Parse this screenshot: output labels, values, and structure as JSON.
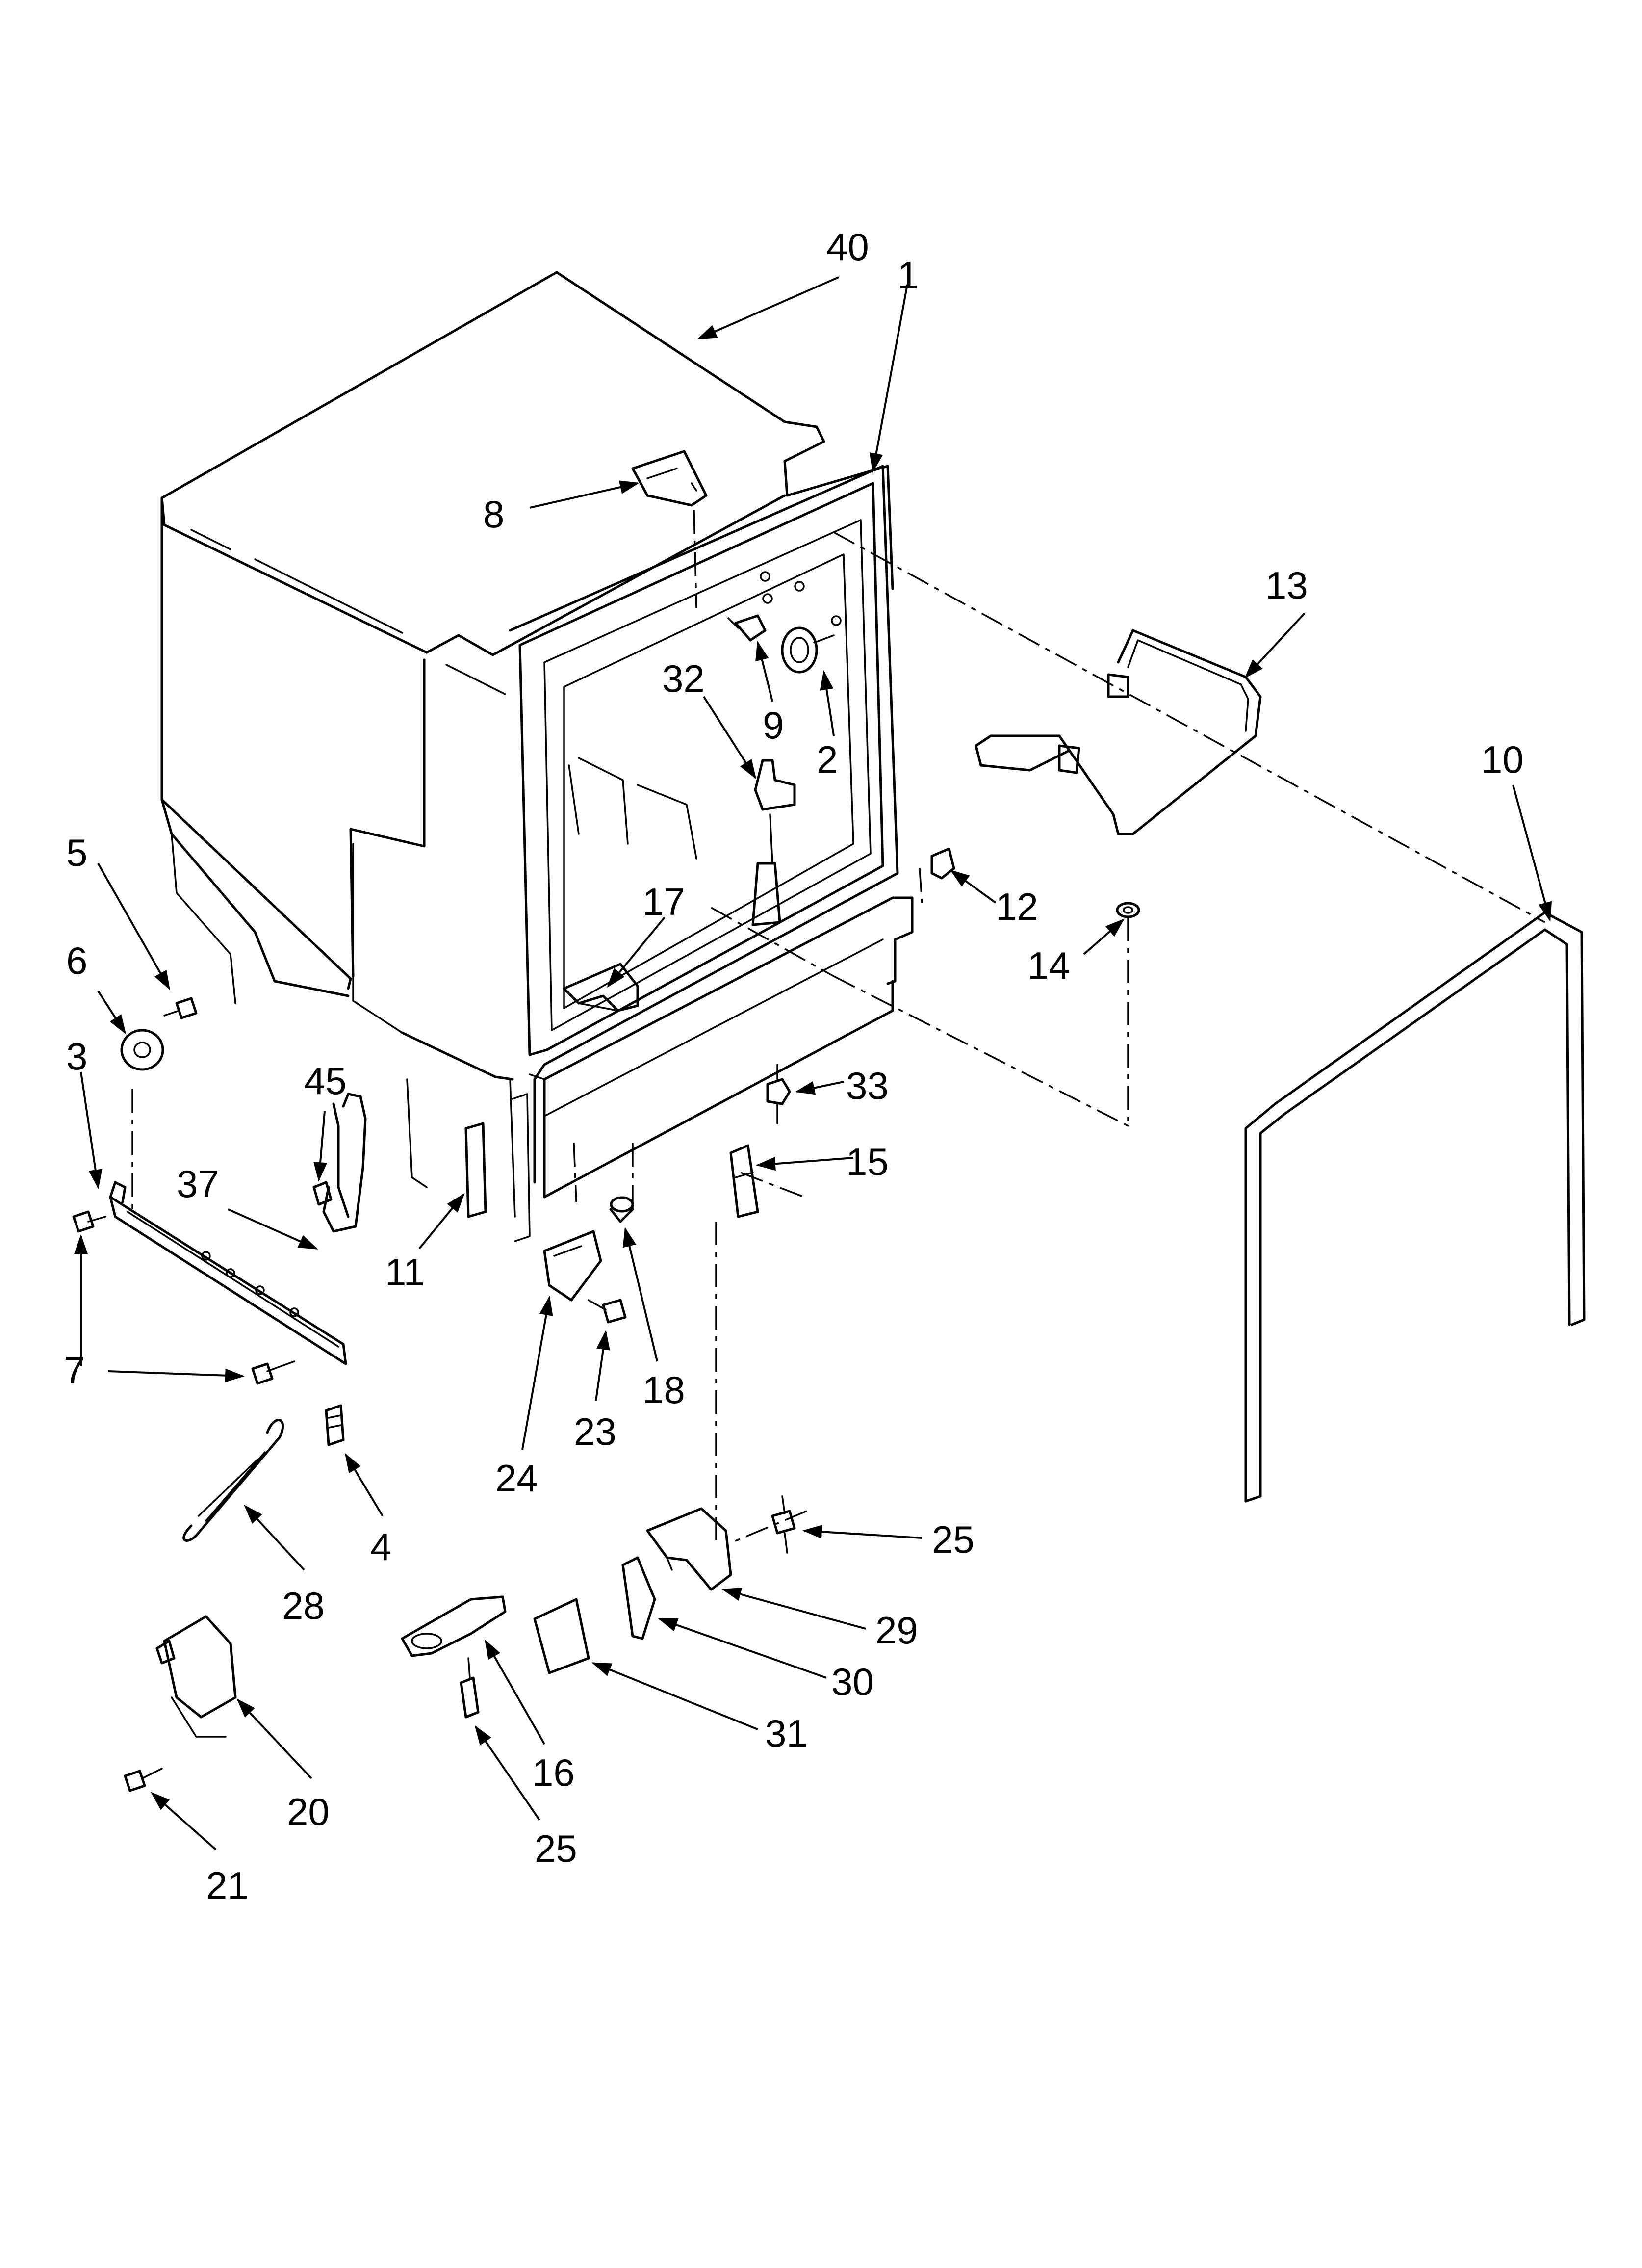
{
  "callouts": {
    "c40": "40",
    "c1": "1",
    "c8": "8",
    "c13": "13",
    "c9": "9",
    "c2": "2",
    "c32": "32",
    "c10": "10",
    "c5": "5",
    "c6": "6",
    "c17": "17",
    "c12": "12",
    "c14": "14",
    "c3": "3",
    "c45": "45",
    "c33": "33",
    "c37": "37",
    "c15": "15",
    "c11": "11",
    "c7": "7",
    "c18": "18",
    "c23": "23",
    "c24": "24",
    "c4": "4",
    "c28": "28",
    "c25a": "25",
    "c29": "29",
    "c30": "30",
    "c31": "31",
    "c16": "16",
    "c20": "20",
    "c25b": "25",
    "c21": "21"
  }
}
